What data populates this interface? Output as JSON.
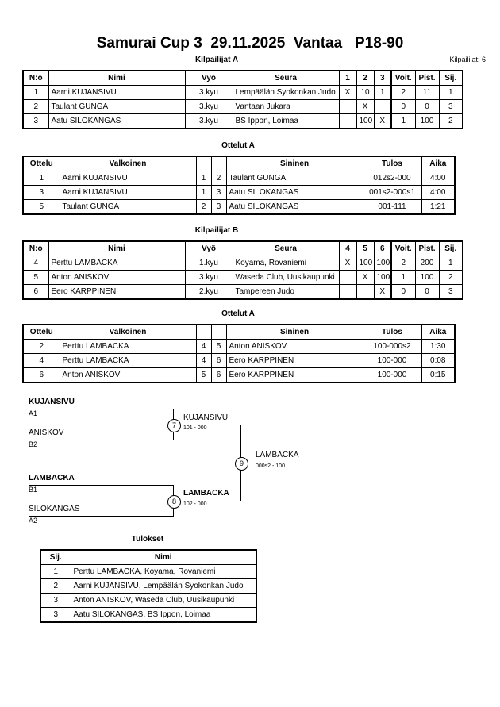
{
  "header": {
    "title": "Samurai Cup 3  29.11.2025  Vantaa   P18-90",
    "competitors_label": "Kilpailijat: 6"
  },
  "pool_a": {
    "caption": "Kilpailijat A",
    "columns": {
      "no": "N:o",
      "name": "Nimi",
      "belt": "Vyö",
      "club": "Seura",
      "m1": "1",
      "m2": "2",
      "m3": "3",
      "wins": "Voit.",
      "points": "Pist.",
      "rank": "Sij."
    },
    "rows": [
      {
        "no": "1",
        "name": "Aarni KUJANSIVU",
        "belt": "3.kyu",
        "club": "Lempäälän Syokonkan Judo",
        "m1": "X",
        "m2": "10",
        "m3": "1",
        "wins": "2",
        "points": "11",
        "rank": "1"
      },
      {
        "no": "2",
        "name": "Taulant GUNGA",
        "belt": "3.kyu",
        "club": "Vantaan Jukara",
        "m1": "",
        "m2": "X",
        "m3": "",
        "wins": "0",
        "points": "0",
        "rank": "3"
      },
      {
        "no": "3",
        "name": "Aatu SILOKANGAS",
        "belt": "3.kyu",
        "club": "BS Ippon, Loimaa",
        "m1": "",
        "m2": "100",
        "m3": "X",
        "wins": "1",
        "points": "100",
        "rank": "2"
      }
    ]
  },
  "matches_a": {
    "caption": "Ottelut A",
    "columns": {
      "match": "Ottelu",
      "white": "Valkoinen",
      "wno": "",
      "bno": "",
      "blue": "Sininen",
      "result": "Tulos",
      "time": "Aika"
    },
    "rows": [
      {
        "match": "1",
        "white": "Aarni KUJANSIVU",
        "white_win": true,
        "wno": "1",
        "bno": "2",
        "blue": "Taulant GUNGA",
        "blue_win": false,
        "result": "012s2-000",
        "time": "4:00"
      },
      {
        "match": "3",
        "white": "Aarni KUJANSIVU",
        "white_win": true,
        "wno": "1",
        "bno": "3",
        "blue": "Aatu SILOKANGAS",
        "blue_win": false,
        "result": "001s2-000s1",
        "time": "4:00"
      },
      {
        "match": "5",
        "white": "Taulant GUNGA",
        "white_win": false,
        "wno": "2",
        "bno": "3",
        "blue": "Aatu SILOKANGAS",
        "blue_win": true,
        "result": "001-111",
        "time": "1:21"
      }
    ]
  },
  "pool_b": {
    "caption": "Kilpailijat B",
    "columns": {
      "no": "N:o",
      "name": "Nimi",
      "belt": "Vyö",
      "club": "Seura",
      "m1": "4",
      "m2": "5",
      "m3": "6",
      "wins": "Voit.",
      "points": "Pist.",
      "rank": "Sij."
    },
    "rows": [
      {
        "no": "4",
        "name": "Perttu LAMBACKA",
        "belt": "1.kyu",
        "club": "Koyama, Rovaniemi",
        "m1": "X",
        "m2": "100",
        "m3": "100",
        "wins": "2",
        "points": "200",
        "rank": "1"
      },
      {
        "no": "5",
        "name": "Anton ANISKOV",
        "belt": "3.kyu",
        "club": "Waseda Club, Uusikaupunki",
        "m1": "",
        "m2": "X",
        "m3": "100",
        "wins": "1",
        "points": "100",
        "rank": "2"
      },
      {
        "no": "6",
        "name": "Eero KARPPINEN",
        "belt": "2.kyu",
        "club": "Tampereen Judo",
        "m1": "",
        "m2": "",
        "m3": "X",
        "wins": "0",
        "points": "0",
        "rank": "3"
      }
    ]
  },
  "matches_b": {
    "caption": "Ottelut A",
    "columns": {
      "match": "Ottelu",
      "white": "Valkoinen",
      "wno": "",
      "bno": "",
      "blue": "Sininen",
      "result": "Tulos",
      "time": "Aika"
    },
    "rows": [
      {
        "match": "2",
        "white": "Perttu LAMBACKA",
        "white_win": true,
        "wno": "4",
        "bno": "5",
        "blue": "Anton ANISKOV",
        "blue_win": false,
        "result": "100-000s2",
        "time": "1:30"
      },
      {
        "match": "4",
        "white": "Perttu LAMBACKA",
        "white_win": true,
        "wno": "4",
        "bno": "6",
        "blue": "Eero KARPPINEN",
        "blue_win": false,
        "result": "100-000",
        "time": "0:08"
      },
      {
        "match": "6",
        "white": "Anton ANISKOV",
        "white_win": true,
        "wno": "5",
        "bno": "6",
        "blue": "Eero KARPPINEN",
        "blue_win": false,
        "result": "100-000",
        "time": "0:15"
      }
    ]
  },
  "bracket": {
    "entries": [
      {
        "name": "KUJANSIVU",
        "seed": "A1",
        "bold": true
      },
      {
        "name": "ANISKOV",
        "seed": "B2",
        "bold": false
      },
      {
        "name": "LAMBACKA",
        "seed": "B1",
        "bold": true
      },
      {
        "name": "SILOKANGAS",
        "seed": "A2",
        "bold": false
      }
    ],
    "semifinals": [
      {
        "number": "7",
        "winner": "KUJANSIVU",
        "score": "101 - 000",
        "bold": false
      },
      {
        "number": "8",
        "winner": "LAMBACKA",
        "score": "102 - 000",
        "bold": true
      }
    ],
    "final": {
      "number": "9",
      "winner": "LAMBACKA",
      "score": "000s2 - 100",
      "bold": false
    }
  },
  "results": {
    "caption": "Tulokset",
    "columns": {
      "rank": "Sij.",
      "name": "Nimi"
    },
    "rows": [
      {
        "rank": "1",
        "name": "Perttu LAMBACKA, Koyama, Rovaniemi"
      },
      {
        "rank": "2",
        "name": "Aarni KUJANSIVU, Lempäälän Syokonkan Judo"
      },
      {
        "rank": "3",
        "name": "Anton ANISKOV, Waseda Club, Uusikaupunki"
      },
      {
        "rank": "3",
        "name": "Aatu SILOKANGAS, BS Ippon, Loimaa"
      }
    ]
  }
}
